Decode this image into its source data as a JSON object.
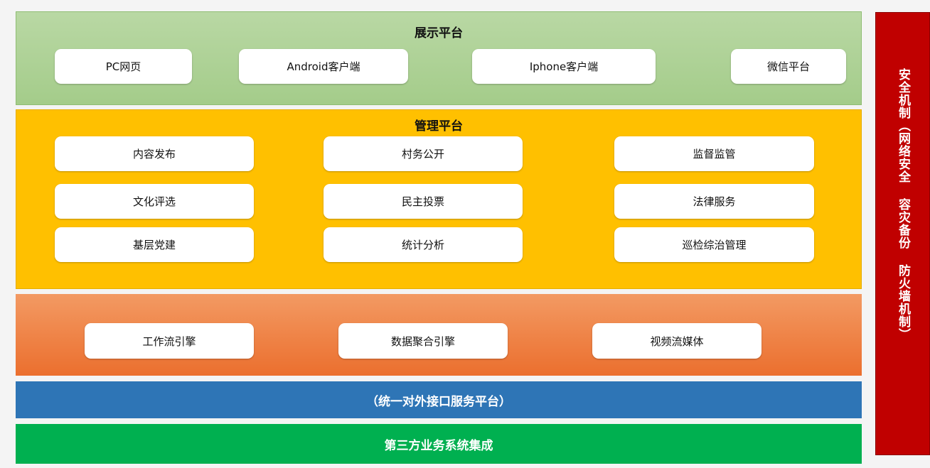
{
  "display_platform": {
    "title": "展示平台",
    "items": [
      "PC网页",
      "Android客户端",
      "Iphone客户端",
      "微信平台"
    ]
  },
  "management_platform": {
    "title": "管理平台",
    "items": [
      "内容发布",
      "村务公开",
      "监督监管",
      "文化评选",
      "民主投票",
      "法律服务",
      "基层党建",
      "统计分析",
      "巡检综治管理"
    ]
  },
  "engine_layer": {
    "items": [
      "工作流引擎",
      "数据聚合引擎",
      "视频流媒体"
    ]
  },
  "api_platform": {
    "label": "（统一对外接口服务平台）"
  },
  "third_party": {
    "label": "第三方业务系统集成"
  },
  "security": {
    "label": "安全机制（网络安全 容灾备份 防火墙机制）"
  }
}
